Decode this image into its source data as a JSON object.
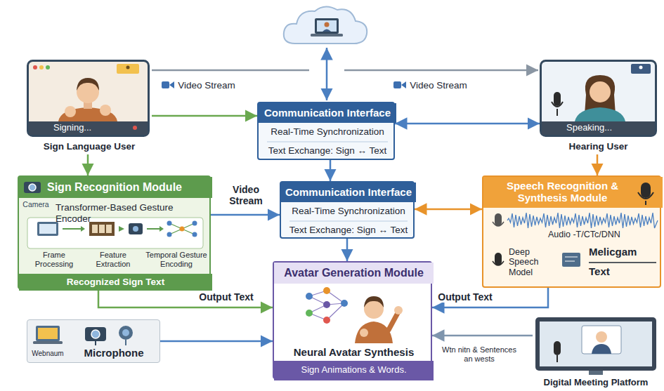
{
  "diagram": {
    "nodes": [
      {
        "text": [
          "Signing...",
          "Sign Language User"
        ]
      },
      {
        "text": [
          "Communication Interface",
          "Real-Time Synchronization",
          "Text Exchange: Sign ↔ Text"
        ]
      },
      {
        "text": [
          "Speaking...",
          "Hearing User"
        ]
      },
      {
        "text": [
          "Sign Recognition Module",
          "Camera",
          "Transformer-Based Gesture Encoder",
          "Frame Processing",
          "Feature Extraction",
          "Temporal Gesture Encoding",
          "Recognized Sign Text"
        ]
      },
      {
        "text": [
          "Communication Interface",
          "Real-Time Synchronization",
          "Text Exchange: Sign ↔ Text"
        ]
      },
      {
        "text": [
          "Speech Recognition & Synthesis Module",
          "Audio -T/CTc/DNN",
          "Deep Speech Model",
          "Melicgam",
          "Text"
        ]
      },
      {
        "text": [
          "Avatar Generation Module",
          "Neural Avatar Synthesis",
          "Sign Animations & Words."
        ]
      },
      {
        "text": [
          "Webnaum",
          "Microphone"
        ]
      },
      {
        "text": [
          "Digital Meeting Platform"
        ]
      }
    ],
    "edges": [
      {
        "from": 0,
        "to": 3,
        "arrow": "to"
      },
      {
        "from": 0,
        "to": 1,
        "arrow": "to"
      },
      {
        "from": 1,
        "to": 2,
        "arrow": "both"
      },
      {
        "from": 1,
        "to": 4,
        "arrow": "to"
      },
      {
        "from": 2,
        "to": 5,
        "arrow": "to"
      },
      {
        "from": 3,
        "to": 4,
        "label": "Video Stream",
        "arrow": "to"
      },
      {
        "from": 4,
        "to": 5,
        "arrow": "both"
      },
      {
        "from": 4,
        "to": 6,
        "arrow": "to"
      },
      {
        "from": 3,
        "to": 6,
        "label": "Output Text",
        "arrow": "to"
      },
      {
        "from": 5,
        "to": 6,
        "label": "Output Text",
        "arrow": "to"
      },
      {
        "from": 7,
        "to": 6,
        "arrow": "to"
      },
      {
        "from": 8,
        "to": 6,
        "label": "Wtn nitn & Sentences an wests",
        "arrow": "to"
      }
    ],
    "labels": [
      "Video Stream",
      "Video Stream"
    ]
  }
}
